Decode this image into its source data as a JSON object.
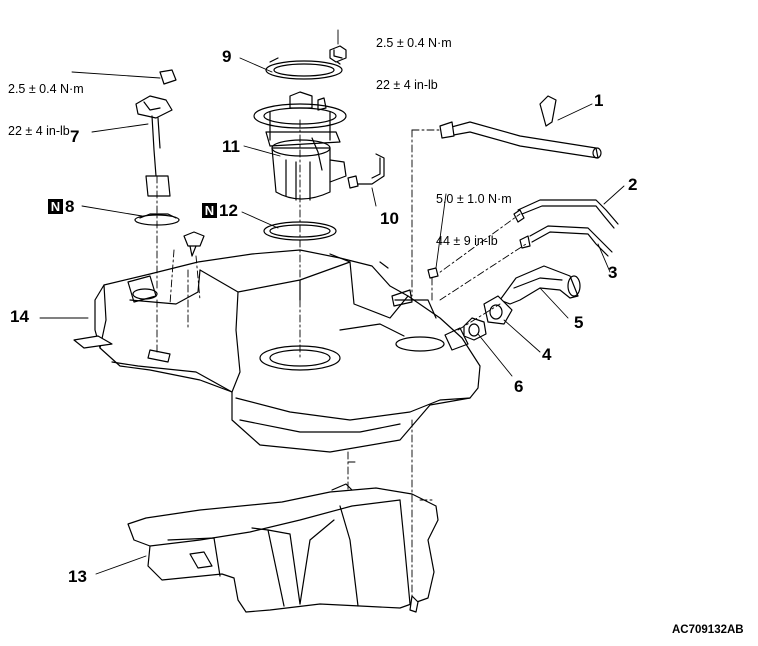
{
  "torques": {
    "upper_right": {
      "nm": "2.5 ± 0.4 N·m",
      "inlb": "22 ± 4 in-lb"
    },
    "upper_left": {
      "nm": "2.5 ± 0.4 N·m",
      "inlb": "22 ± 4 in-lb"
    },
    "filler": {
      "nm": "5.0 ± 1.0 N·m",
      "inlb": "44 ± 9 in-lb"
    }
  },
  "labels": {
    "p1": "1",
    "p2": "2",
    "p3": "3",
    "p4": "4",
    "p5": "5",
    "p6": "6",
    "p7": "7",
    "p8": "8",
    "p9": "9",
    "p10": "10",
    "p11": "11",
    "p12": "12",
    "p13": "13",
    "p14": "14",
    "n_mark": "N"
  },
  "figure_id": "AC709132AB"
}
